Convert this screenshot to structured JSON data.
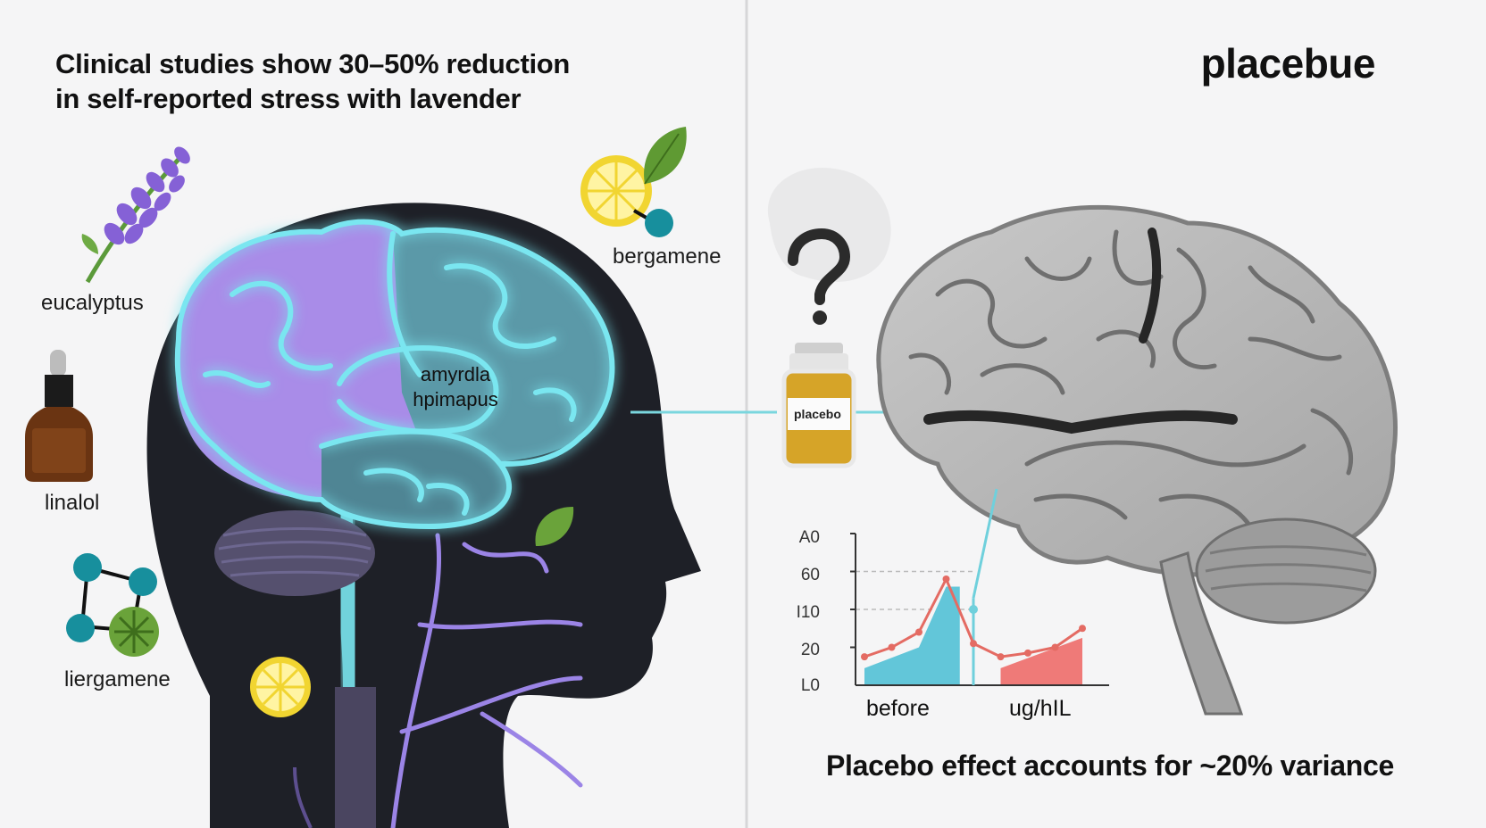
{
  "headline": {
    "line1": "Clinical studies show 30–50% reduction",
    "line2": "in self-reported stress with lavender"
  },
  "brand": "placebue",
  "footer": "Placebo effect accounts for ~20% variance",
  "left_labels": {
    "eucalyptus": "eucalyptus",
    "linalol": "linalol",
    "liergamene": "liergamene",
    "bergamene": "bergamene"
  },
  "brain_regions": {
    "line1": "amyrdla",
    "line2": "hpimapus"
  },
  "bottle_label": "placebo",
  "icons": [
    "lavender-sprig-icon",
    "dropper-bottle-icon",
    "molecule-icon",
    "lemon-slice-icon",
    "leaf-icon",
    "question-mark-icon",
    "pill-bottle-icon"
  ],
  "colors": {
    "head_silhouette": "#1e2027",
    "neon_outline": "#7ae6f0",
    "brain_purple": "#a98ce8",
    "brain_teal": "#5b99a8",
    "grey_brain": "#b8b8b8",
    "chart_teal": "#62c6d9",
    "chart_red": "#ef7a78",
    "lemon": "#f4de4a",
    "molecule": "#178f9d"
  },
  "chart_data": {
    "type": "line",
    "y_ticks": [
      "L0",
      "20",
      "I10",
      "60",
      "A0"
    ],
    "x": [
      "before",
      "ug/hIL"
    ],
    "series": [
      {
        "color": "#e46b63",
        "values": [
          [
            0,
            15
          ],
          [
            1,
            20
          ],
          [
            2,
            28
          ],
          [
            3,
            56
          ],
          [
            4,
            22
          ],
          [
            5,
            15
          ],
          [
            6,
            17
          ],
          [
            7,
            20
          ],
          [
            8,
            30
          ]
        ]
      }
    ],
    "areas": [
      {
        "color": "#62c6d9",
        "points": [
          [
            0,
            9
          ],
          [
            2,
            20
          ],
          [
            3,
            52
          ],
          [
            3.5,
            52
          ],
          [
            3.5,
            0
          ],
          [
            0,
            0
          ]
        ]
      },
      {
        "color": "#ef7a78",
        "points": [
          [
            5,
            9
          ],
          [
            8,
            25
          ],
          [
            8,
            0
          ],
          [
            5,
            0
          ]
        ]
      }
    ],
    "ylim": [
      0,
      80
    ],
    "grid": "dashed at 40 and 60",
    "marker_x": 4
  }
}
